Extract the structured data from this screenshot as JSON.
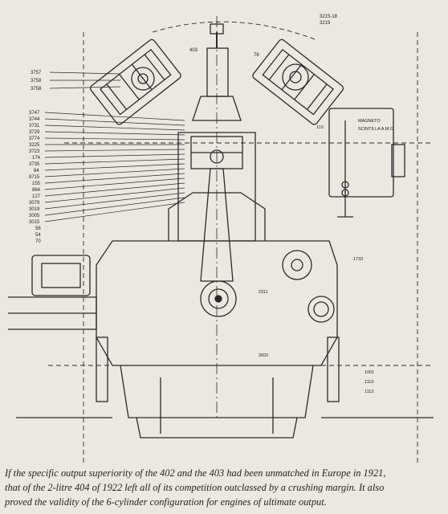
{
  "drawing": {
    "left_callouts": [
      "3757",
      "3758",
      "3758",
      "3747",
      "3744",
      "3731",
      "3729",
      "3774",
      "3225",
      "3723",
      "174",
      "3735",
      "84",
      "8715",
      "155",
      "864",
      "127",
      "3079",
      "3019",
      "3005",
      "3015",
      "56",
      "54",
      "70"
    ],
    "top_callouts": [
      "3215-18",
      "3219",
      "403",
      "78"
    ],
    "right_labels": {
      "magneto": "MAGNETO",
      "magneto_brand": "SCINTILLA  A.M.G",
      "part_110": "110",
      "part_1733": "1733",
      "part_2311": "2311",
      "part_2602": "2602",
      "part_1001": "1001",
      "part_1110": "1110",
      "part_1113": "1113"
    }
  },
  "caption": {
    "line1": "If the specific output superiority of the 402 and the 403 had been unmatched in Europe in 1921,",
    "line2": "that of the 2-litre 404 of 1922 left all of its competition outclassed by a crushing margin. It also",
    "line3": "proved the validity of the 6-cylinder configuration for engines of ultimate output."
  }
}
